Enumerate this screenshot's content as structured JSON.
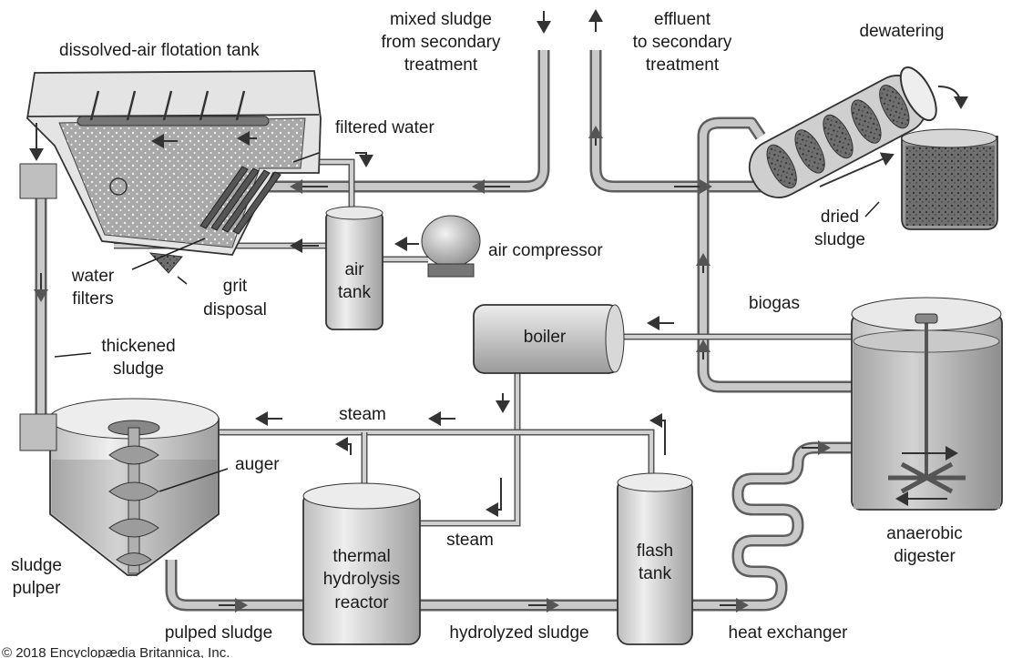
{
  "labels": {
    "daf_tank": "dissolved-air flotation tank",
    "mixed_sludge_1": "mixed sludge",
    "mixed_sludge_2": "from secondary",
    "mixed_sludge_3": "treatment",
    "effluent_1": "effluent",
    "effluent_2": "to secondary",
    "effluent_3": "treatment",
    "dewatering": "dewatering",
    "filtered_water": "filtered water",
    "dried_sludge_1": "dried",
    "dried_sludge_2": "sludge",
    "air_compressor": "air compressor",
    "air_tank_1": "air",
    "air_tank_2": "tank",
    "water_filters_1": "water",
    "water_filters_2": "filters",
    "grit_disposal_1": "grit",
    "grit_disposal_2": "disposal",
    "biogas": "biogas",
    "boiler": "boiler",
    "thickened_sludge_1": "thickened",
    "thickened_sludge_2": "sludge",
    "steam_top": "steam",
    "auger": "auger",
    "steam_bottom": "steam",
    "sludge_pulper_1": "sludge",
    "sludge_pulper_2": "pulper",
    "thermal_1": "thermal",
    "thermal_2": "hydrolysis",
    "thermal_3": "reactor",
    "flash_tank_1": "flash",
    "flash_tank_2": "tank",
    "anaerobic_1": "anaerobic",
    "anaerobic_2": "digester",
    "pulped_sludge": "pulped sludge",
    "hydrolyzed_sludge": "hydrolyzed sludge",
    "heat_exchanger": "heat exchanger",
    "copyright": "© 2018 Encyclopædia Britannica, Inc."
  },
  "colors": {
    "pipe": "#5e5e5e",
    "pipe_inner": "#c9c9c9",
    "tank_fill": "#dcdcdc",
    "liquid": "#b8b8b8",
    "sludge": "#8a8a8a",
    "outline": "#333333"
  }
}
